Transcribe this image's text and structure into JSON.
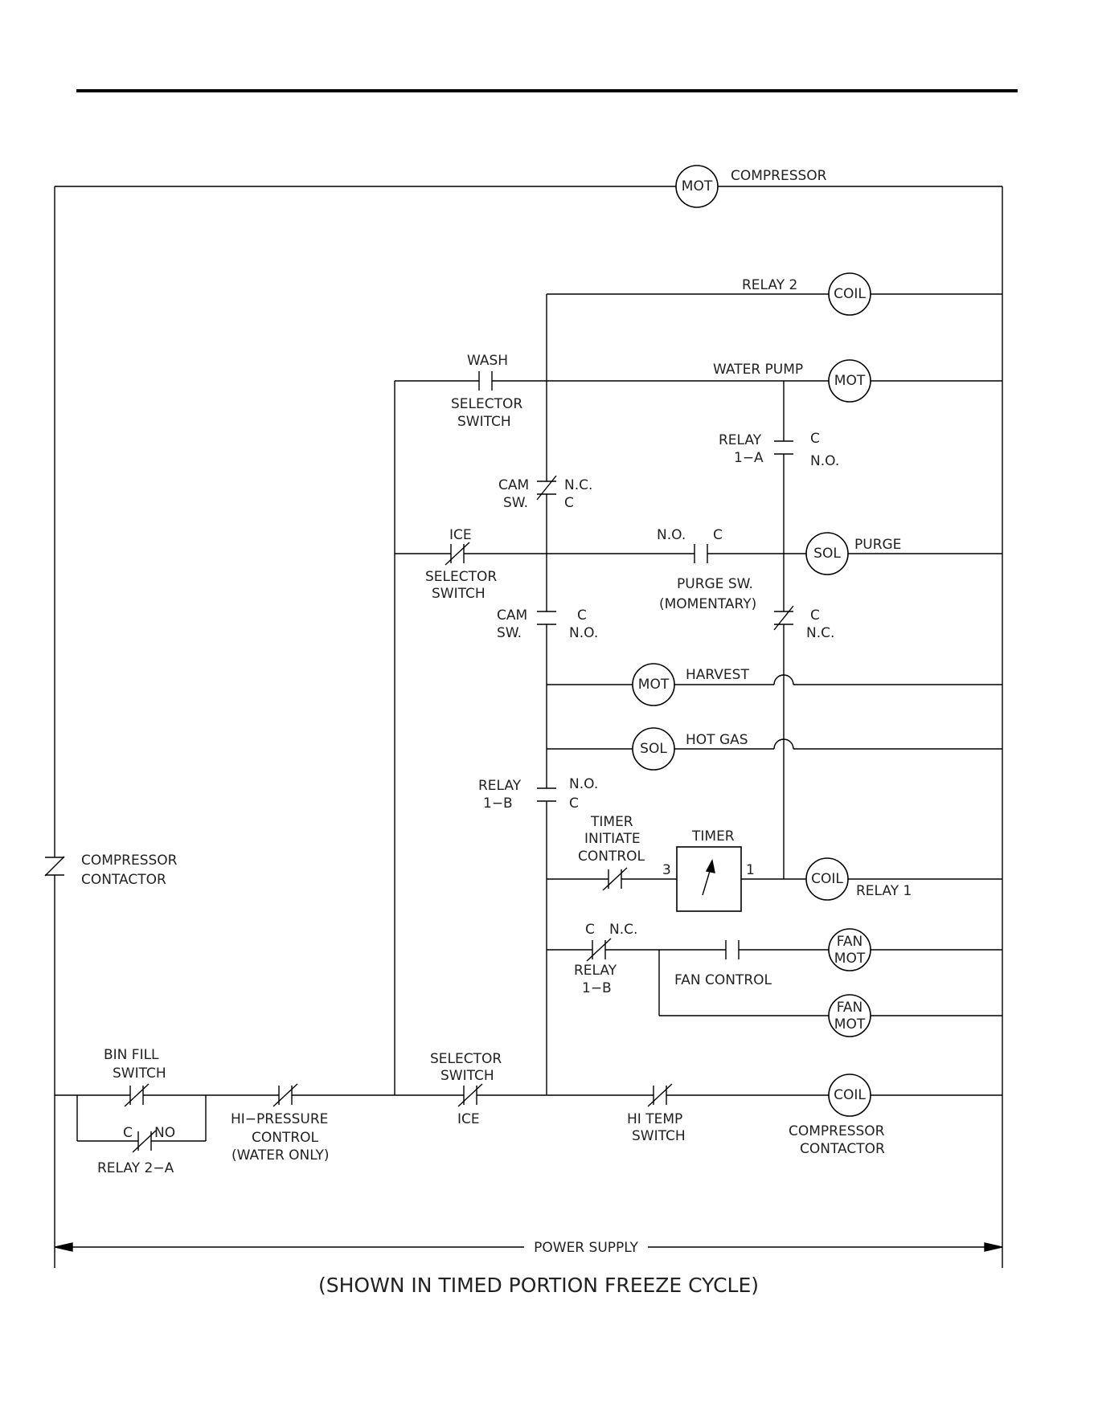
{
  "labels": {
    "mot": "MOT",
    "coil": "COIL",
    "sol": "SOL",
    "fan": "FAN",
    "c": "C",
    "nc": "N.C.",
    "no": "N.O.",
    "no2": "NO",
    "compressor": "COMPRESSOR",
    "relay2": "RELAY  2",
    "wash": "WASH",
    "selector": "SELECTOR",
    "switch": "SWITCH",
    "water_pump": "WATER  PUMP",
    "relay": "RELAY",
    "r1a": "1−A",
    "r1b": "1−B",
    "cam": "CAM",
    "sw": "SW.",
    "ice": "ICE",
    "purge": "PURGE",
    "purge_sw": "PURGE  SW.",
    "momentary": "(MOMENTARY)",
    "harvest": "HARVEST",
    "hot_gas": "HOT  GAS",
    "timer": "TIMER",
    "initiate": "INITIATE",
    "control": "CONTROL",
    "t3": "3",
    "t1": "1",
    "relay1": "RELAY  1",
    "fan_control": "FAN  CONTROL",
    "contactor": "CONTACTOR",
    "bin_fill": "BIN  FILL",
    "relay2a": "RELAY  2−A",
    "hi_pressure": "HI−PRESSURE",
    "water_only": "(WATER  ONLY)",
    "hi_temp": "HI  TEMP",
    "power_supply": "POWER  SUPPLY",
    "caption": "(SHOWN  IN  TIMED  PORTION  FREEZE  CYCLE)"
  }
}
